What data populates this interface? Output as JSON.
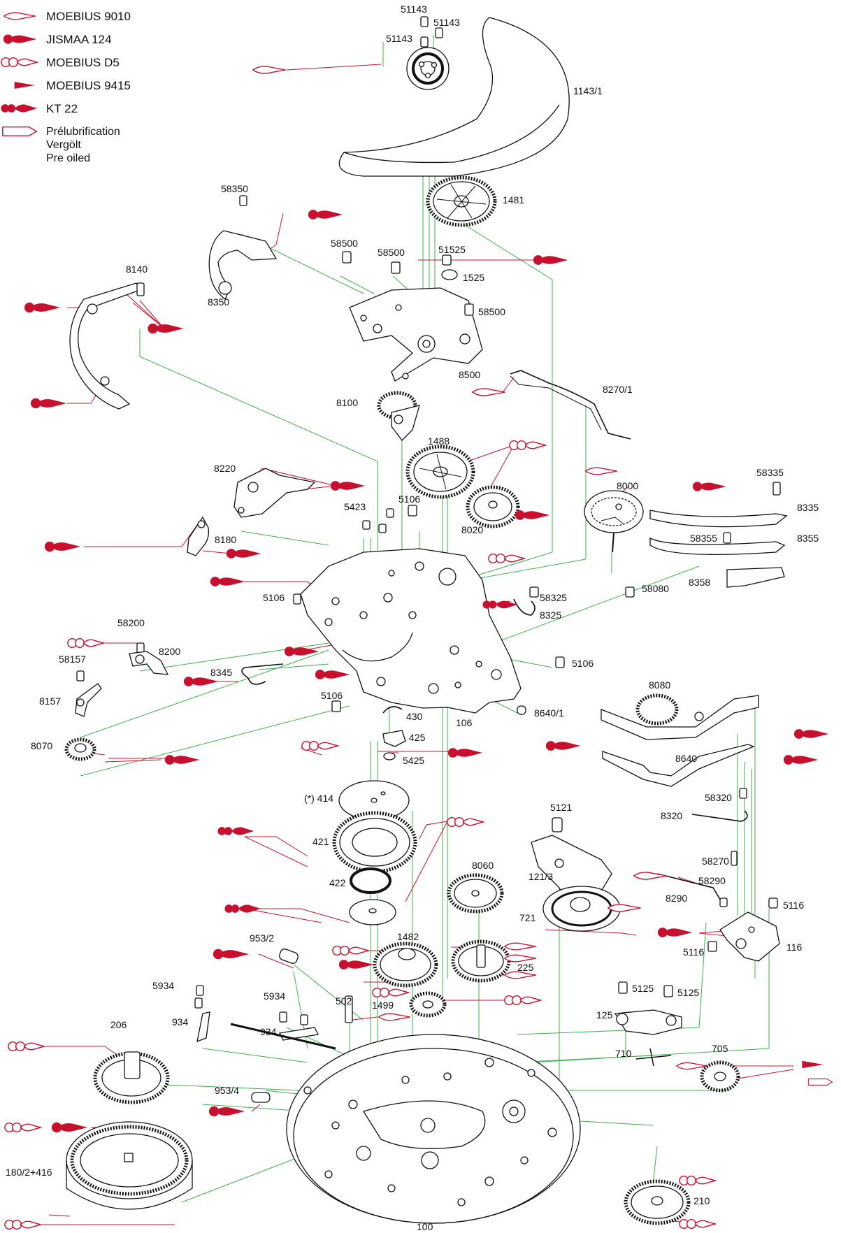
{
  "legend": [
    {
      "label": "MOEBIUS 9010",
      "icon": "oil-drop-outline"
    },
    {
      "label": "JISMAA 124",
      "icon": "oil-drop-double-filled"
    },
    {
      "label": "MOEBIUS D5",
      "icon": "oil-drop-triple-outline"
    },
    {
      "label": "MOEBIUS 9415",
      "icon": "oil-drop-small-filled"
    },
    {
      "label": "KT 22",
      "icon": "oil-drop-triple-filled"
    },
    {
      "label": "Prélubrification",
      "label_de": "Vergölt",
      "label_en": "Pre oiled",
      "icon": "pre-oiled-arrow"
    }
  ],
  "part_labels": [
    "51143",
    "51143",
    "51143",
    "1143/1",
    "1481",
    "58350",
    "58500",
    "58500",
    "51525",
    "1525",
    "58500",
    "8500",
    "8350",
    "8140",
    "8100",
    "8270/1",
    "1488",
    "8220",
    "5423",
    "5106",
    "8020",
    "8000",
    "58335",
    "8335",
    "58355",
    "8355",
    "8180",
    "8358",
    "58080",
    "58325",
    "8325",
    "5106",
    "58200",
    "8200",
    "58157",
    "8345",
    "8157",
    "5106",
    "5106",
    "8640/1",
    "106",
    "430",
    "425",
    "5425",
    "8070",
    "8080",
    "8640",
    "(*) 414",
    "58320",
    "8320",
    "421",
    "5121",
    "422",
    "8060",
    "58270",
    "121/3",
    "58290",
    "8290",
    "5116",
    "721",
    "116",
    "5116",
    "953/2",
    "1482",
    "225",
    "5934",
    "5934",
    "502",
    "1499",
    "5125",
    "5125",
    "125",
    "934",
    "934",
    "206",
    "710",
    "705",
    "953/4",
    "180/2+416",
    "210",
    "100"
  ]
}
